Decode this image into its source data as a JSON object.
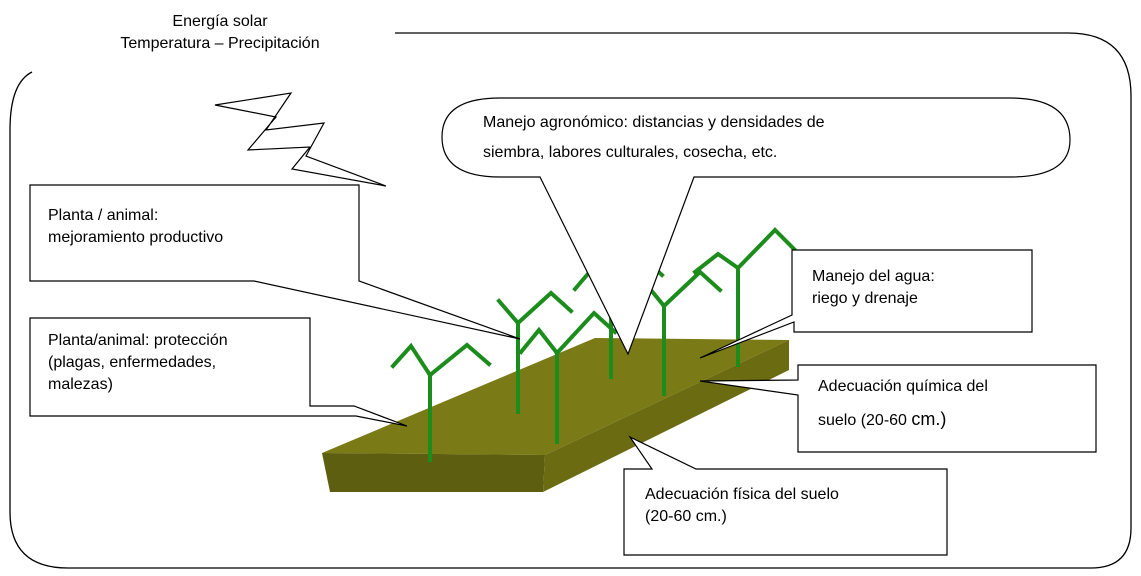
{
  "environment": {
    "line1": "Energía solar",
    "line2": "Temperatura – Precipitación"
  },
  "labels": {
    "agronomic_line1": "Manejo agronómico: distancias y densidades de",
    "agronomic_line2": "siembra, labores culturales, cosecha, etc.",
    "plant_improvement_line1": "Planta / animal:",
    "plant_improvement_line2": "mejoramiento productivo",
    "water_line1": "Manejo del agua:",
    "water_line2": "riego y drenaje",
    "protection_line1": "Planta/animal: protección",
    "protection_line2": "(plagas, enfermedades,",
    "protection_line3": "malezas)",
    "chemical_line1": "Adecuación química del",
    "chemical_line2_text": "suelo (20-60 ",
    "chemical_line2_unit": "cm.)",
    "physical_line1": "Adecuación física del suelo",
    "physical_line2": "(20-60 cm.)"
  },
  "colors": {
    "soil_top": "#7a7a16",
    "soil_front": "#5e5e10",
    "soil_side": "#6b6b12",
    "plant": "#1c8c1c",
    "stroke": "#000000",
    "background": "#ffffff"
  }
}
